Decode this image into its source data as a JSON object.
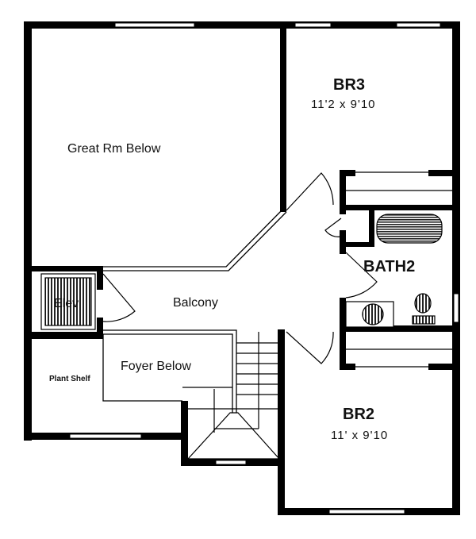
{
  "plan": {
    "rooms": {
      "br3": {
        "name": "BR3",
        "size": "11'2 x 9'10"
      },
      "br2": {
        "name": "BR2",
        "size": "11' x 9'10"
      },
      "bath2": {
        "name": "BATH2"
      },
      "great_room": {
        "name": "Great Rm Below"
      },
      "balcony": {
        "name": "Balcony"
      },
      "foyer": {
        "name": "Foyer Below"
      },
      "plant_shelf": {
        "name": "Plant Shelf"
      },
      "elevator": {
        "name": "Elev"
      }
    }
  }
}
